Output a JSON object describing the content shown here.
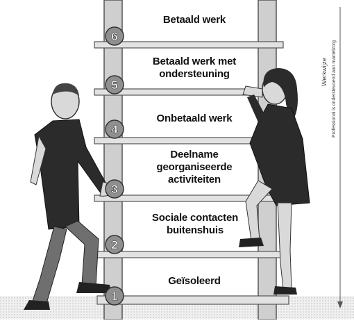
{
  "ladder": {
    "steps": [
      {
        "number": "6",
        "label": "Betaald werk"
      },
      {
        "number": "5",
        "label": "Betaald werk met ondersteuning"
      },
      {
        "number": "4",
        "label": "Onbetaald werk"
      },
      {
        "number": "3",
        "label": "Deelname georganiseerde activiteiten"
      },
      {
        "number": "2",
        "label": "Sociale contacten buitenshuis"
      },
      {
        "number": "1",
        "label": "Geïsoleerd"
      }
    ]
  },
  "side_axis": {
    "title": "Werkwijze",
    "caption": "Professional is ondersteunend aan mantelzorg"
  },
  "colors": {
    "rail": "#c9c9c9",
    "rung": "#dcdcdc",
    "badge": "#8a8a8a",
    "figure": "#2a2a2a",
    "ground": "#e6e6e6"
  }
}
